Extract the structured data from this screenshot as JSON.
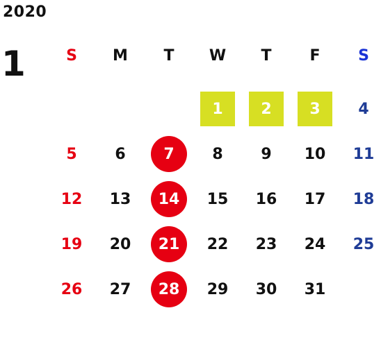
{
  "calendar": {
    "year": "2020",
    "month": "1",
    "weekdays": [
      "S",
      "M",
      "T",
      "W",
      "T",
      "F",
      "S"
    ],
    "weeks": [
      [
        "",
        "",
        "",
        "1",
        "2",
        "3",
        "4"
      ],
      [
        "5",
        "6",
        "7",
        "8",
        "9",
        "10",
        "11"
      ],
      [
        "12",
        "13",
        "14",
        "15",
        "16",
        "17",
        "18"
      ],
      [
        "19",
        "20",
        "21",
        "22",
        "23",
        "24",
        "25"
      ],
      [
        "26",
        "27",
        "28",
        "29",
        "30",
        "31",
        ""
      ]
    ],
    "holidays": [
      "1",
      "2",
      "3"
    ],
    "circled_days": [
      "7",
      "14",
      "21",
      "28"
    ],
    "colors": {
      "sunday": "#e60012",
      "saturday": "#1f3c96",
      "saturday_header": "#1a33d6",
      "weekday": "#111111",
      "holiday_box": "#d7df23",
      "circle": "#e60012"
    }
  }
}
